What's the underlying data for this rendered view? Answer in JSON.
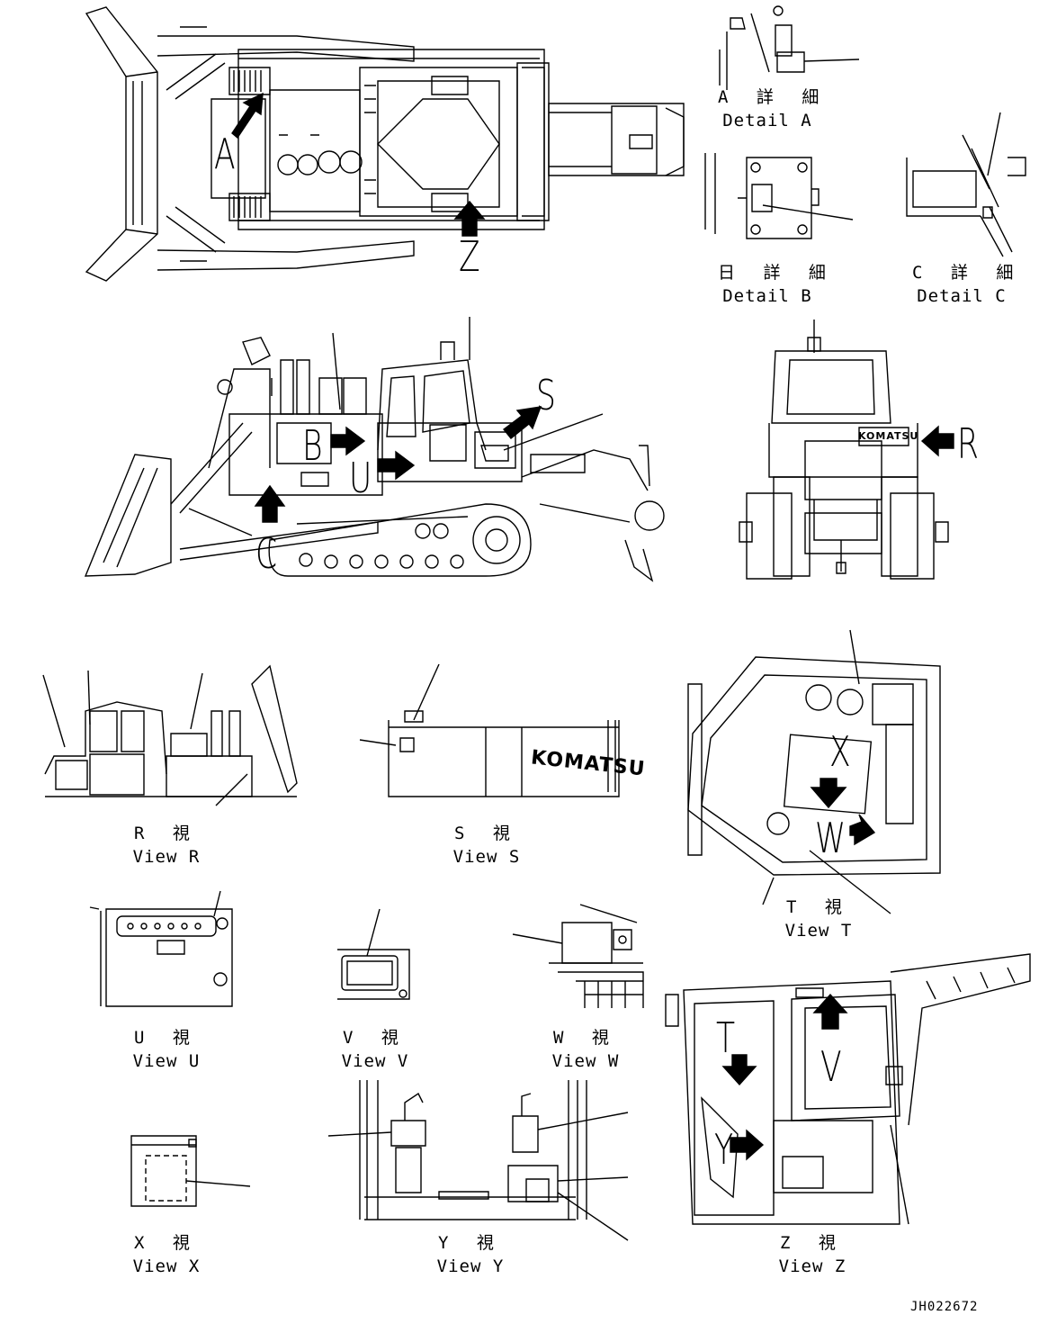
{
  "drawing_id": "JH022672",
  "brand_mark": "KOMATSU",
  "callouts": [
    "A",
    "Z",
    "B",
    "C",
    "S",
    "U",
    "R",
    "X",
    "W",
    "T",
    "V",
    "Y"
  ],
  "views": {
    "detail_a": {
      "jp": "A 詳 細",
      "en": "Detail A"
    },
    "detail_b": {
      "jp": "日 詳 細",
      "en": "Detail B"
    },
    "detail_c": {
      "jp": "C 詳 細",
      "en": "Detail C"
    },
    "view_r": {
      "jp": "R 視",
      "en": "View R"
    },
    "view_s": {
      "jp": "S 視",
      "en": "View S"
    },
    "view_t": {
      "jp": "T 視",
      "en": "View T"
    },
    "view_u": {
      "jp": "U 視",
      "en": "View U"
    },
    "view_v": {
      "jp": "V 視",
      "en": "View V"
    },
    "view_w": {
      "jp": "W 視",
      "en": "View W"
    },
    "view_x": {
      "jp": "X 視",
      "en": "View X"
    },
    "view_y": {
      "jp": "Y 視",
      "en": "View Y"
    },
    "view_z": {
      "jp": "Z 視",
      "en": "View Z"
    }
  }
}
